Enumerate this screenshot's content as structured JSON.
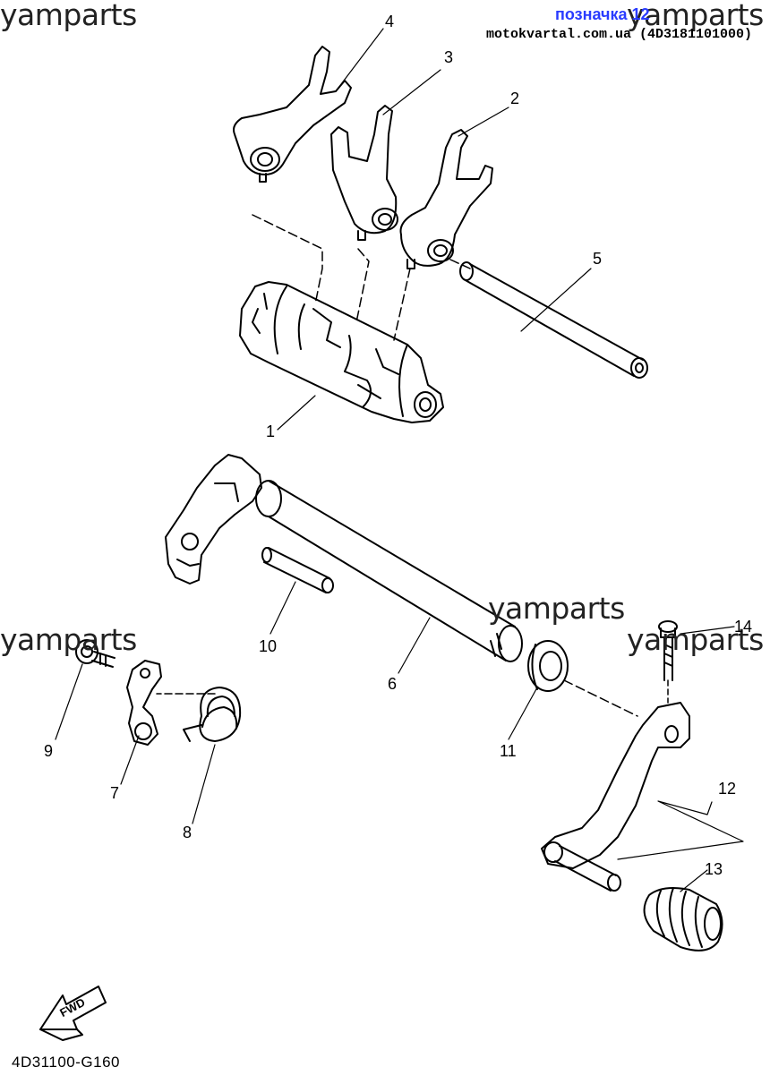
{
  "watermarks": [
    "yamparts",
    "yamparts",
    "yamparts",
    "yamparts",
    "yamparts"
  ],
  "header": {
    "tag_link": "позначка 12",
    "site": "motokvartal.com.ua (4D3181101000)"
  },
  "callouts": [
    "1",
    "2",
    "3",
    "4",
    "5",
    "6",
    "7",
    "8",
    "9",
    "10",
    "11",
    "12",
    "13",
    "14"
  ],
  "fwd_label": "FWD",
  "diagram_code": "4D31100-G160",
  "colors": {
    "link": "#2a3cff",
    "line": "#000000",
    "background": "#ffffff"
  }
}
